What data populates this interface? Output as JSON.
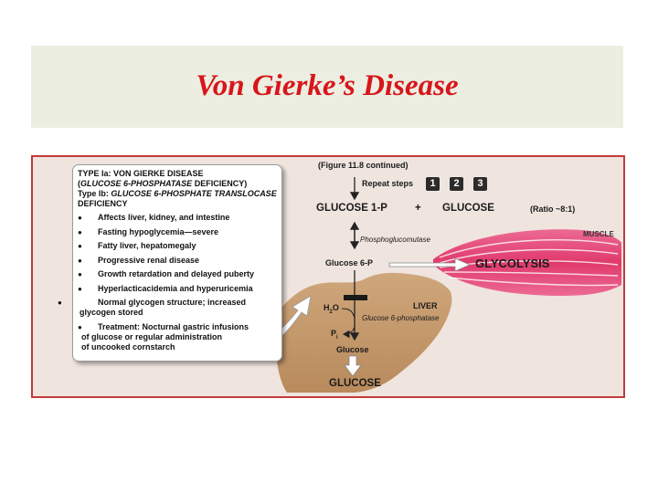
{
  "slide": {
    "title": "Von Gierke’s Disease"
  },
  "info_box": {
    "type_ia_prefix": "TYPE Ia: VON GIERKE DISEASE",
    "type_ia_enzyme_open": "(",
    "type_ia_enzyme": "GLUCOSE 6-PHOSPHATASE",
    "type_ia_suffix": " DEFICIENCY)",
    "type_ib_prefix": "Type Ib: ",
    "type_ib_enzyme": "GLUCOSE 6-PHOSPHATE TRANSLOCASE",
    "type_ib_suffix": " DEFICIENCY",
    "bullets": [
      "Affects liver, kidney, and intestine",
      "Fasting hypoglycemia—severe",
      "Fatty liver, hepatomegaly",
      "Progressive renal disease",
      "Growth retardation and delayed puberty",
      "Hyperlacticacidemia and hyperuricemia"
    ],
    "bullet_glycogen_a": "Normal glycogen structure; increased",
    "bullet_glycogen_b": "glycogen stored",
    "bullet_treatment_a": "Treatment: Nocturnal gastric infusions",
    "bullet_treatment_b": "of glucose or regular administration",
    "bullet_treatment_c": "of uncooked cornstarch"
  },
  "pathway": {
    "figure_note": "(Figure 11.8 continued)",
    "repeat_steps": "Repeat steps",
    "steps": [
      "1",
      "2",
      "3"
    ],
    "glucose_1p": "GLUCOSE 1-P",
    "plus": "+",
    "glucose": "GLUCOSE",
    "ratio": "(Ratio ~8:1)",
    "enzyme_mutase": "Phosphoglucomutase",
    "muscle": "MUSCLE",
    "glucose_6p": "Glucose 6-P",
    "glycolysis": "GLYCOLYSIS",
    "liver": "LIVER",
    "h2o_base": "H",
    "h2o_sub": "2",
    "h2o_tail": "O",
    "enzyme_phosphatase": "Glucose 6-phosphatase",
    "pi_base": "P",
    "pi_sub": "i",
    "glucose_small": "Glucose",
    "glucose_final": "GLUCOSE"
  },
  "colors": {
    "title": "#d8161b",
    "band": "#eceee2",
    "panel_bg": "#efe4de",
    "panel_border": "#c23a3a",
    "liver": "#c49a6c",
    "muscle": "#e44a7a"
  }
}
